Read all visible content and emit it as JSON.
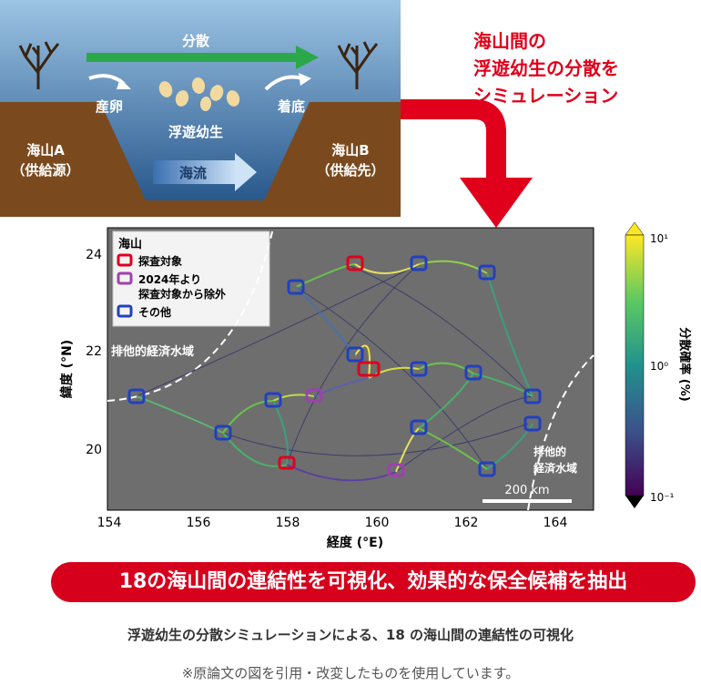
{
  "schema": {
    "dispersal": "分散",
    "spawning": "産卵",
    "settlement": "着底",
    "larvae": "浮遊幼生",
    "current": "海流",
    "seamount_a_line1": "海山A",
    "seamount_a_line2": "（供給源）",
    "seamount_b_line1": "海山B",
    "seamount_b_line2": "（供給先）"
  },
  "headline": {
    "line1": "海山間の",
    "line2": "浮遊幼生の分散を",
    "line3": "シミュレーション"
  },
  "map": {
    "legend_title": "海山",
    "legend_items": [
      {
        "label": "探査対象",
        "color": "#e0001b"
      },
      {
        "label": "2024年より",
        "label2": "探査対象から除外",
        "color": "#a040b0"
      },
      {
        "label": "その他",
        "color": "#2040c0"
      }
    ],
    "eez_label_left": "排他的経済水域",
    "eez_label_right_1": "排他的",
    "eez_label_right_2": "経済水域",
    "scale_label": "200 km",
    "xlabel": "経度 (°E)",
    "ylabel": "緯度 (°N)",
    "xticks": [
      "154",
      "156",
      "158",
      "160",
      "162",
      "164"
    ],
    "yticks": [
      "24",
      "22",
      "20"
    ],
    "colorbar_label": "分散確率 (%)",
    "colorbar_ticks": [
      "10¹",
      "10⁰",
      "10⁻¹"
    ],
    "colors": {
      "ocean": "#6e6e6e",
      "node_target": "#e0001b",
      "node_excluded": "#a040b0",
      "node_other": "#2040c0"
    }
  },
  "banner": "18の海山間の連結性を可視化、効果的な保全候補を抽出",
  "caption": "浮遊幼生の分散シミュレーションによる、18 の海山間の連結性の可視化",
  "note": "※原論文の図を引用・改変したものを使用しています。"
}
